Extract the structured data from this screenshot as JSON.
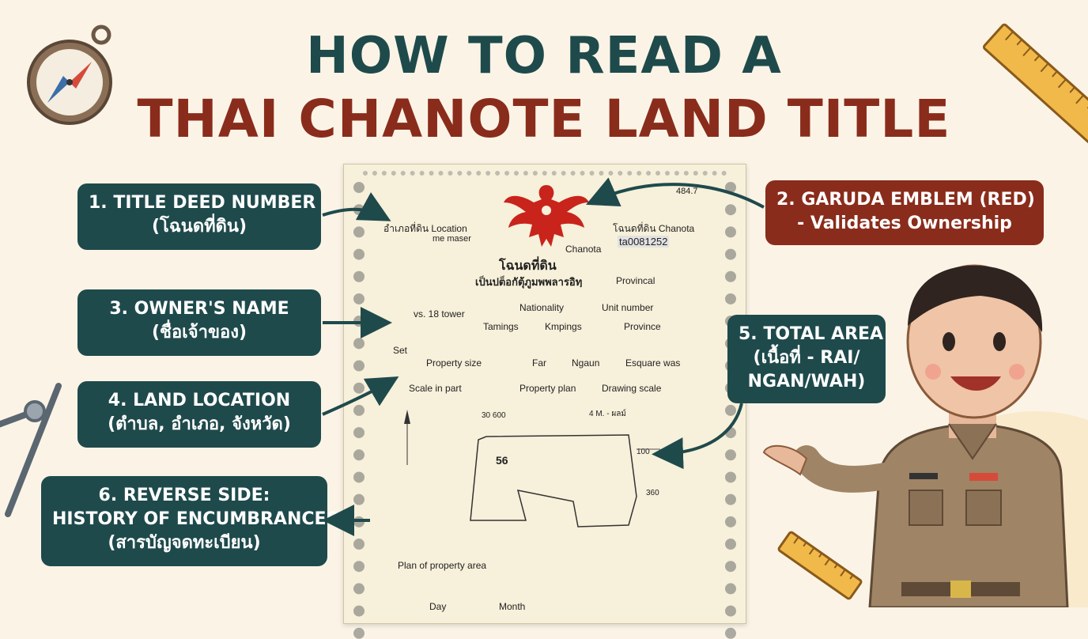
{
  "title": {
    "line1": "HOW TO READ A",
    "line2": "THAI CHANOTE LAND TITLE"
  },
  "callouts": {
    "c1": {
      "line1": "1. TITLE DEED NUMBER",
      "line2": "(โฉนดที่ดิน)"
    },
    "c2": {
      "line1": "2. GARUDA EMBLEM (RED)",
      "line2": "- Validates Ownership"
    },
    "c3": {
      "line1": "3. OWNER'S NAME",
      "line2": "(ชื่อเจ้าของ)"
    },
    "c4": {
      "line1": "4. LAND LOCATION",
      "line2": "(ตำบล, อำเภอ, จังหวัด)"
    },
    "c5": {
      "line1": "5. TOTAL AREA",
      "line2": "(เนื้อที่ - RAI/",
      "line3": "NGAN/WAH)"
    },
    "c6": {
      "line1": "6. REVERSE SIDE:",
      "line2": "HISTORY OF ENCUMBRANCES",
      "line3": "(สารบัญจดทะเบียน)"
    }
  },
  "document": {
    "corner_number": "484.7",
    "location_label": "อำเภอที่ดิน Location",
    "name_line": "me maser",
    "chanota_right": "โฉนดที่ดิน Chanota",
    "deed_no": "ta0081252",
    "chanota": "Chanota",
    "heading": "โฉนดที่ดิน",
    "subheading": "เป็นปต็อกัตุ้ภูมพพลารอิทฺ",
    "provincal": "Provincal",
    "nationality": "Nationality",
    "unit_number": "Unit number",
    "tower": "vs. 18 tower",
    "tamings": "Tamings",
    "kmpings": "Kmpings",
    "province": "Province",
    "set": "Set",
    "property_size": "Property size",
    "far": "Far",
    "ngaun": "Ngaun",
    "esquare": "Esquare was",
    "scale_in_part": "Scale in part",
    "property_plan": "Property plan",
    "drawing_scale": "Drawing scale",
    "plot_no": "56",
    "plan_label": "Plan of property area",
    "day": "Day",
    "month": "Month",
    "num_600": "30 600",
    "num_100": "100",
    "num_360": "360",
    "num_4m": "4 M. - ผลม์"
  },
  "colors": {
    "teal": "#1f4a4c",
    "rust": "#8a2c1c",
    "background": "#fbf4e6",
    "garuda": "#c8241c"
  },
  "icons": [
    "compass-icon",
    "ruler-icon",
    "divider-compass-icon",
    "garuda-emblem-icon",
    "sparkle-icon",
    "officer-illustration"
  ]
}
